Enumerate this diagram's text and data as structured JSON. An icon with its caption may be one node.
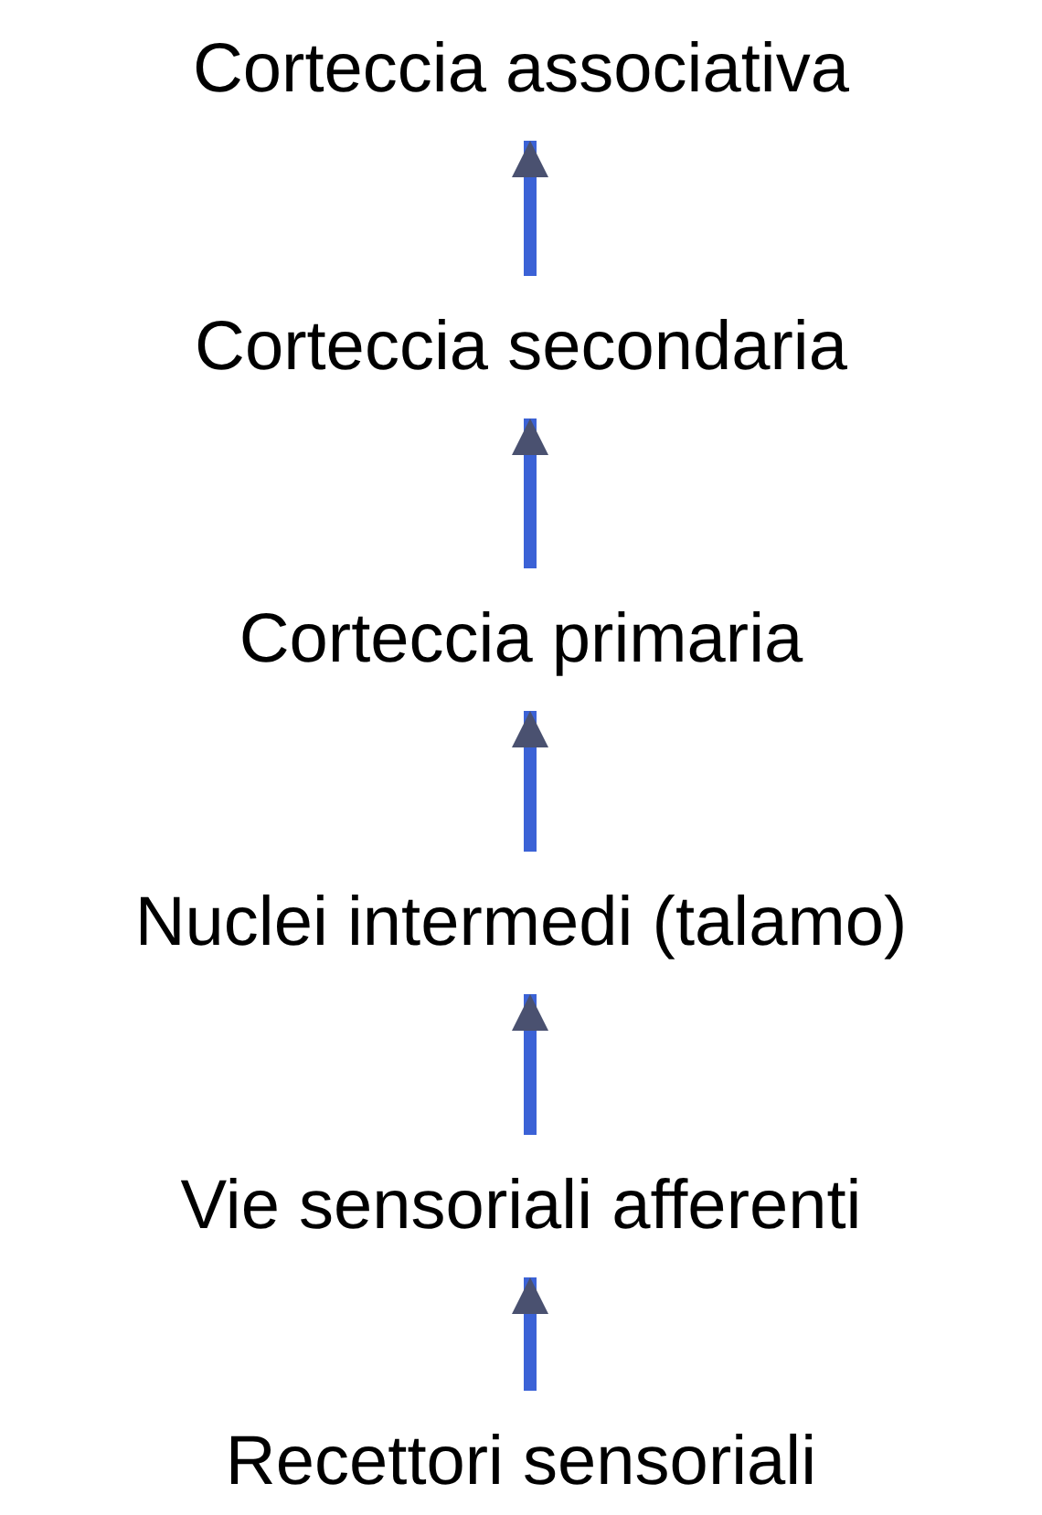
{
  "diagram": {
    "nodes": [
      {
        "text": [
          "Corteccia associativa"
        ]
      },
      {
        "text": [
          "Corteccia secondaria"
        ]
      },
      {
        "text": [
          "Corteccia primaria"
        ]
      },
      {
        "text": [
          "Nuclei intermedi (talamo)"
        ]
      },
      {
        "text": [
          "Vie sensoriali afferenti"
        ]
      },
      {
        "text": [
          "Recettori sensoriali"
        ]
      }
    ],
    "edges": [
      {
        "from": 1,
        "to": 0,
        "arrow": "to"
      },
      {
        "from": 2,
        "to": 1,
        "arrow": "to"
      },
      {
        "from": 3,
        "to": 2,
        "arrow": "to"
      },
      {
        "from": 4,
        "to": 3,
        "arrow": "to"
      },
      {
        "from": 5,
        "to": 4,
        "arrow": "to"
      }
    ]
  }
}
